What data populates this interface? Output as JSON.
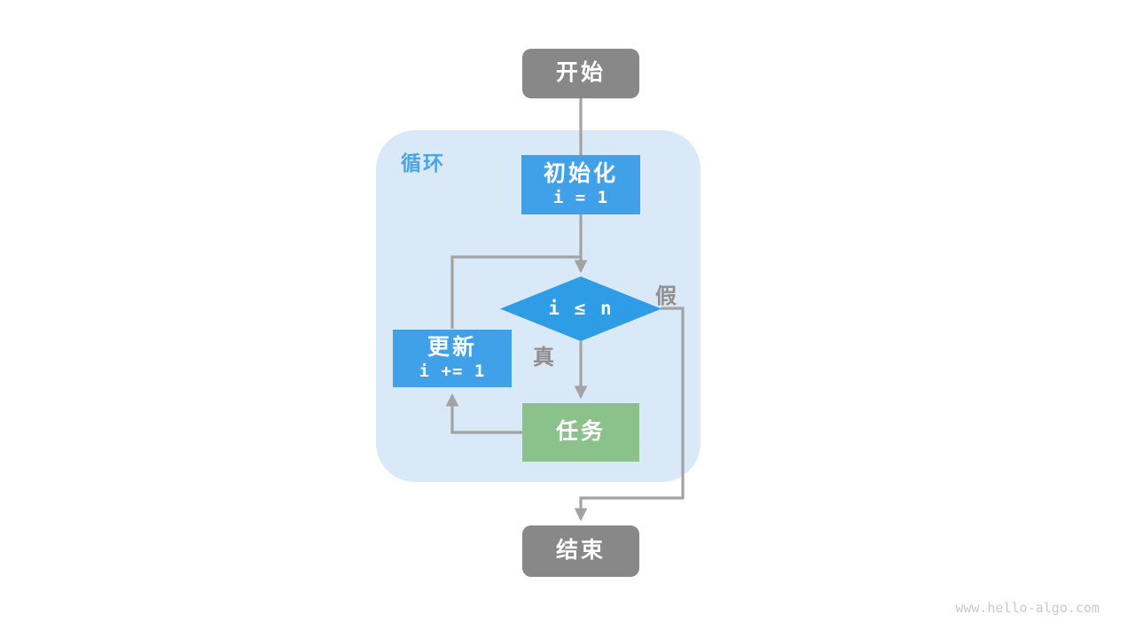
{
  "diagram": {
    "loop_container": {
      "label": "循环"
    },
    "nodes": {
      "start": {
        "label": "开始"
      },
      "init": {
        "label": "初始化",
        "code": "i = 1"
      },
      "condition": {
        "code": "i ≤ n"
      },
      "update": {
        "label": "更新",
        "code": "i += 1"
      },
      "task": {
        "label": "任务"
      },
      "end": {
        "label": "结束"
      }
    },
    "branches": {
      "true_label": "真",
      "false_label": "假"
    },
    "watermark": "www.hello-algo.com",
    "colors": {
      "terminal_gray": "#888888",
      "process_blue": "#41a1e8",
      "decision_blue": "#2f9ce6",
      "task_green": "#8bc28b",
      "container_light_blue": "#d9e9f8",
      "loop_label_blue": "#4aa5e8",
      "edge_gray": "#a3a3a3",
      "branch_label_gray": "#8f8f8f",
      "watermark_gray": "#cacaca",
      "node_text_white": "#ffffff"
    }
  }
}
